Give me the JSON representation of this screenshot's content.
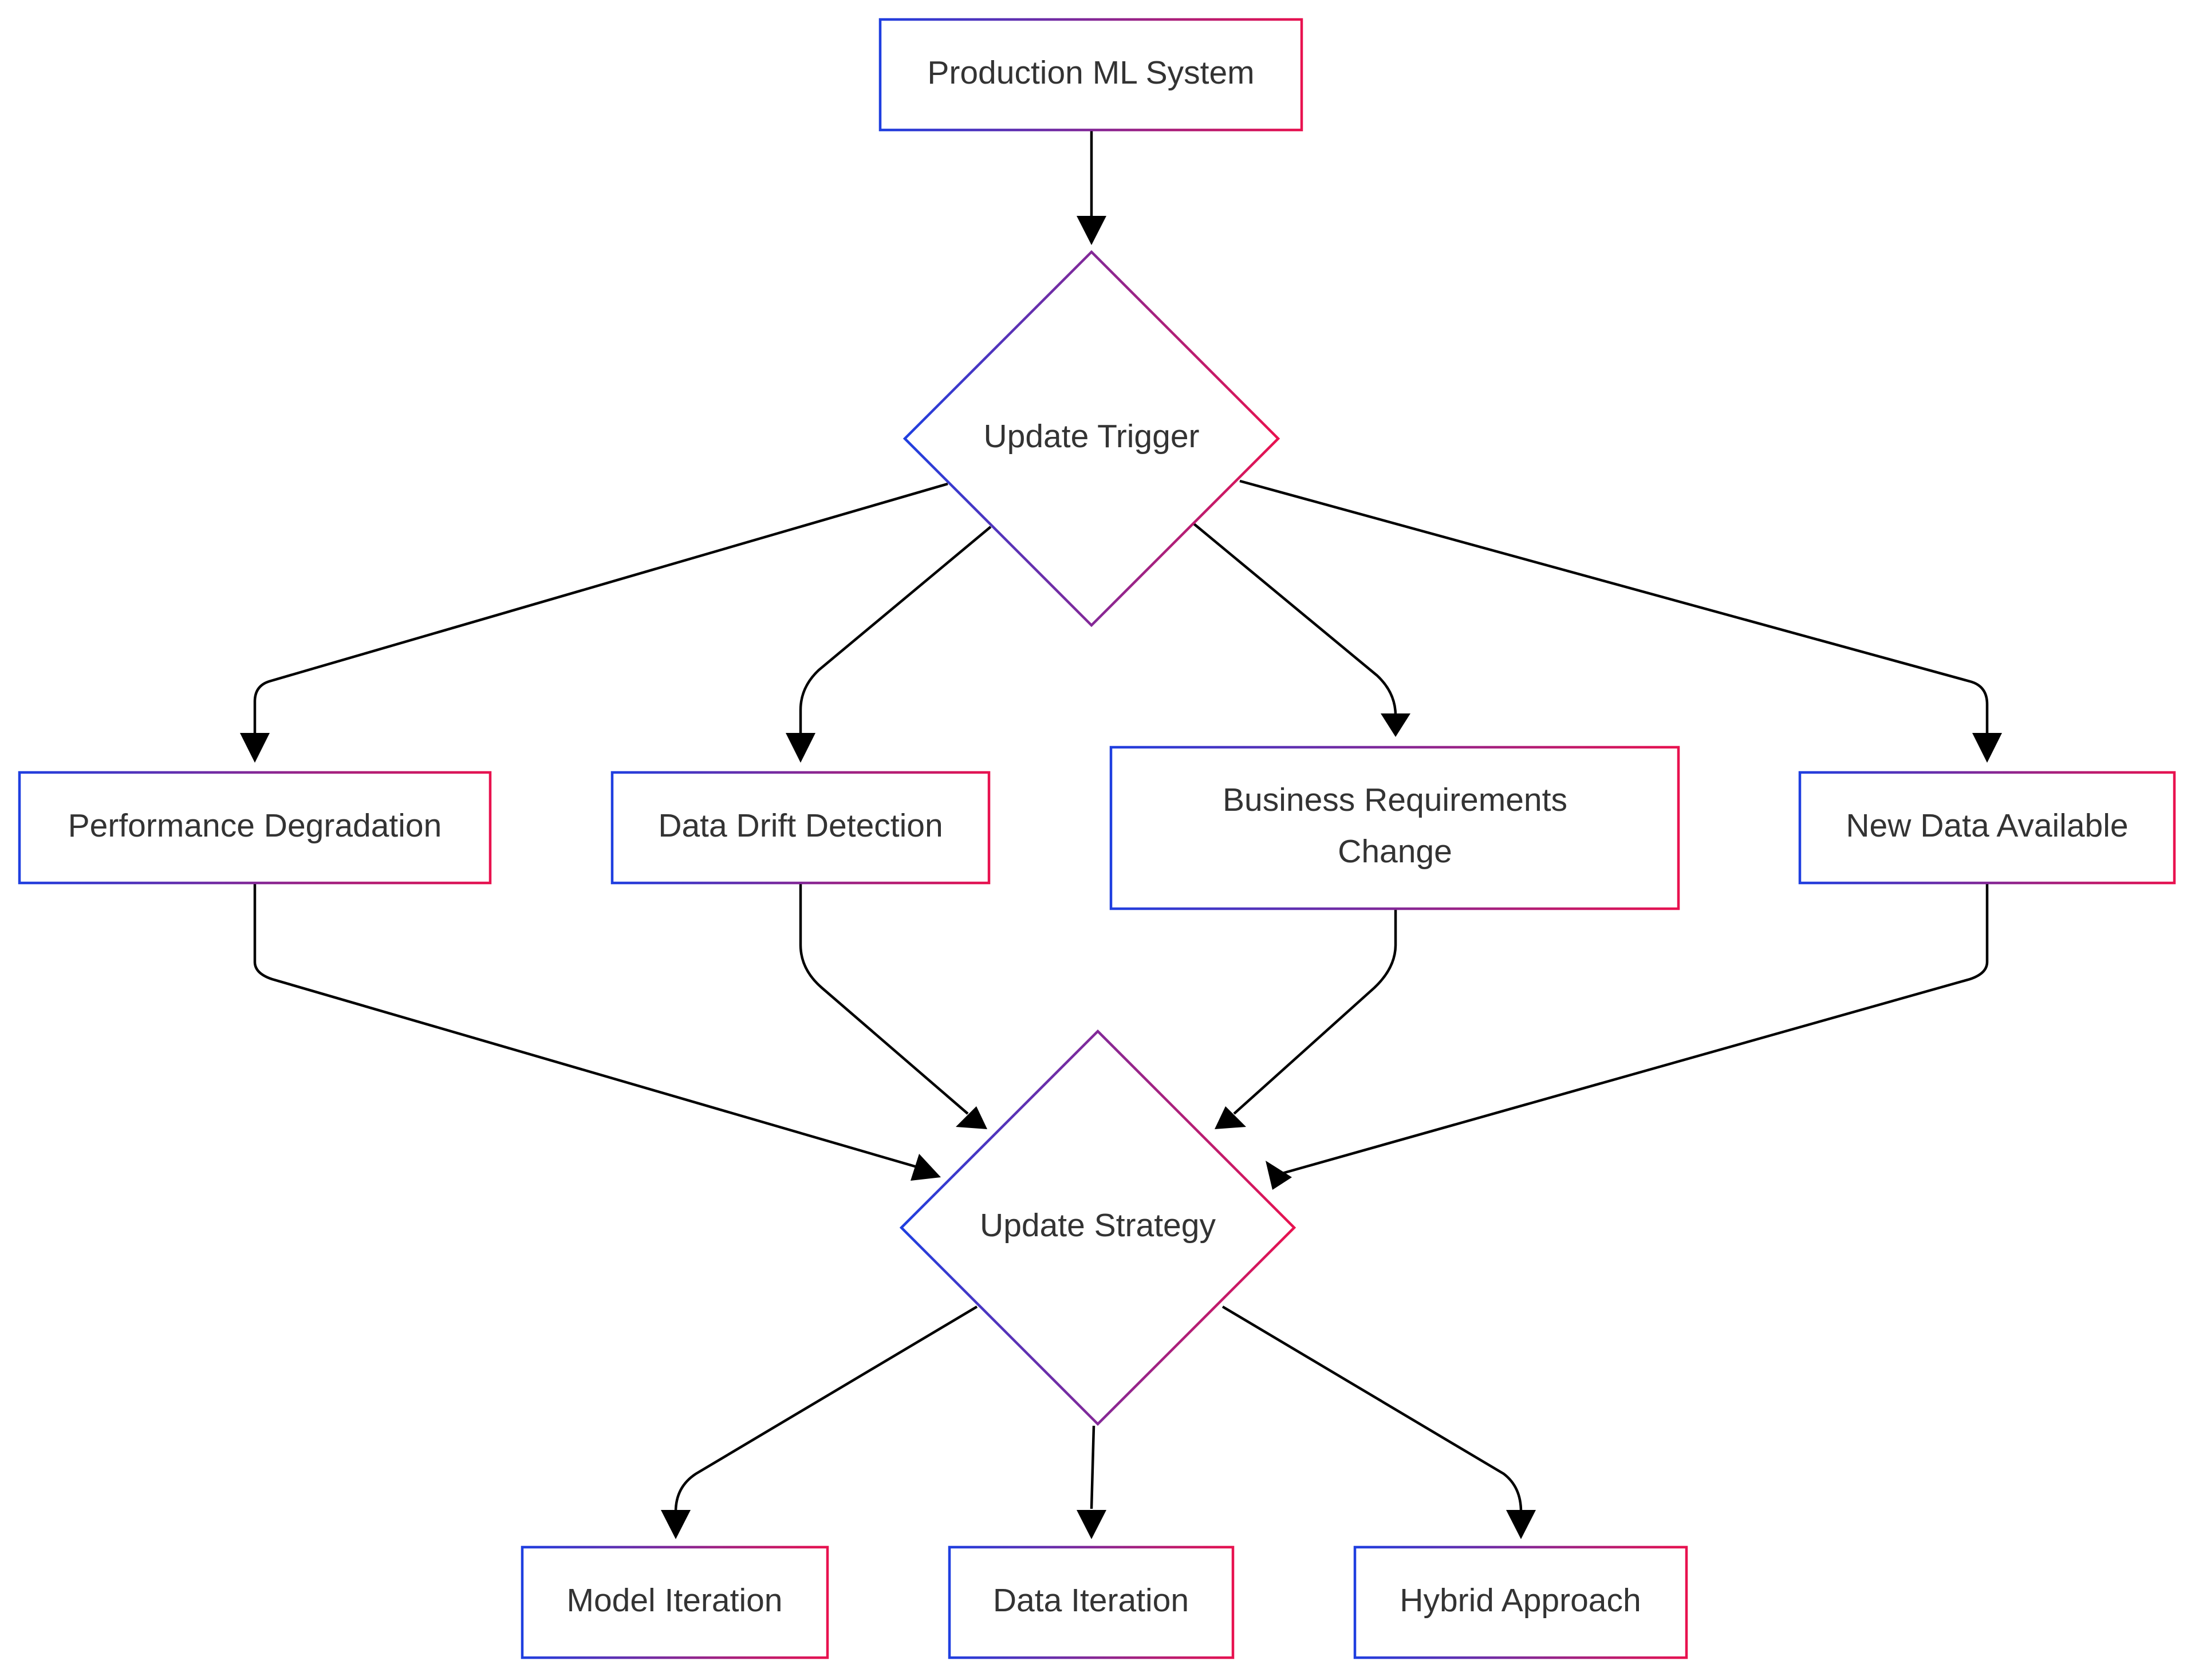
{
  "diagram": {
    "type": "flowchart",
    "border_gradient": {
      "start": "#1f3fe0",
      "end": "#e8124f"
    },
    "text_color": "#333333",
    "edge_color": "#000000",
    "nodes": {
      "production_ml_system": {
        "label": "Production ML System",
        "shape": "rectangle"
      },
      "update_trigger": {
        "label": "Update Trigger",
        "shape": "diamond"
      },
      "performance_degradation": {
        "label": "Performance Degradation",
        "shape": "rectangle"
      },
      "data_drift_detection": {
        "label": "Data Drift Detection",
        "shape": "rectangle"
      },
      "business_requirements_change": {
        "label_line1": "Business Requirements",
        "label_line2": "Change",
        "shape": "rectangle"
      },
      "new_data_available": {
        "label": "New Data Available",
        "shape": "rectangle"
      },
      "update_strategy": {
        "label": "Update Strategy",
        "shape": "diamond"
      },
      "model_iteration": {
        "label": "Model Iteration",
        "shape": "rectangle"
      },
      "data_iteration": {
        "label": "Data Iteration",
        "shape": "rectangle"
      },
      "hybrid_approach": {
        "label": "Hybrid Approach",
        "shape": "rectangle"
      }
    },
    "edges": [
      {
        "from": "production_ml_system",
        "to": "update_trigger"
      },
      {
        "from": "update_trigger",
        "to": "performance_degradation"
      },
      {
        "from": "update_trigger",
        "to": "data_drift_detection"
      },
      {
        "from": "update_trigger",
        "to": "business_requirements_change"
      },
      {
        "from": "update_trigger",
        "to": "new_data_available"
      },
      {
        "from": "performance_degradation",
        "to": "update_strategy"
      },
      {
        "from": "data_drift_detection",
        "to": "update_strategy"
      },
      {
        "from": "business_requirements_change",
        "to": "update_strategy"
      },
      {
        "from": "new_data_available",
        "to": "update_strategy"
      },
      {
        "from": "update_strategy",
        "to": "model_iteration"
      },
      {
        "from": "update_strategy",
        "to": "data_iteration"
      },
      {
        "from": "update_strategy",
        "to": "hybrid_approach"
      }
    ]
  }
}
